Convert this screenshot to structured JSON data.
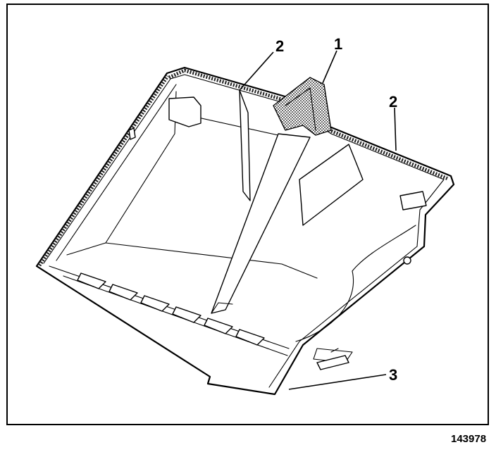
{
  "figure": {
    "callouts": [
      {
        "id": "callout-1",
        "label": "1"
      },
      {
        "id": "callout-2a",
        "label": "2"
      },
      {
        "id": "callout-2b",
        "label": "2"
      },
      {
        "id": "callout-3",
        "label": "3"
      }
    ],
    "figure_number": "143978"
  }
}
